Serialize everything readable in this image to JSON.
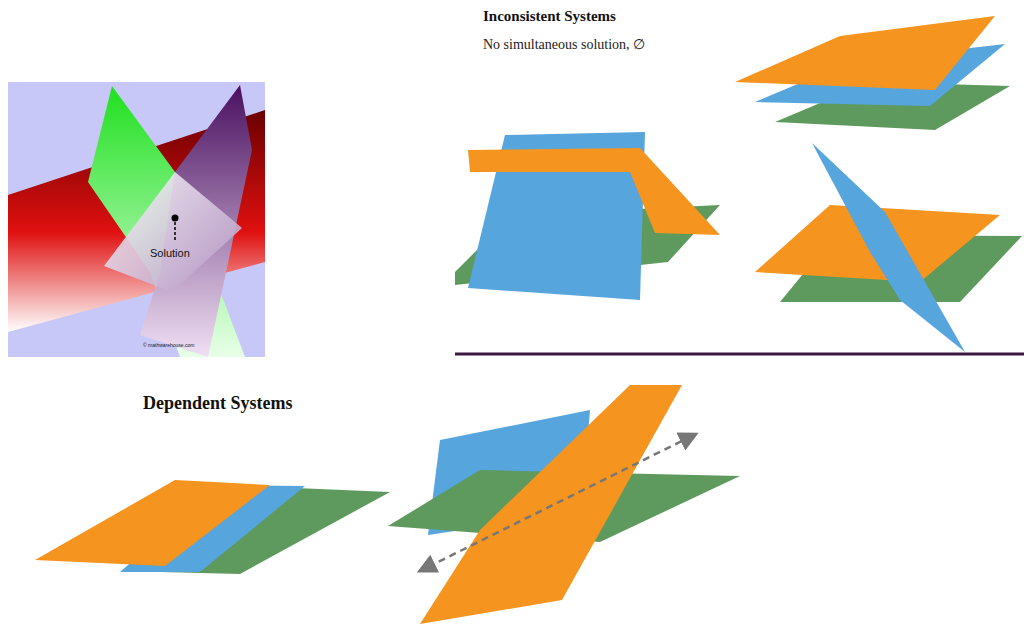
{
  "diagram": {
    "labels": [
      "Solution",
      "© mathwarehouse.com",
      "Inconsistent Systems",
      "No simultaneous solution, ∅",
      "Dependent Systems"
    ]
  }
}
